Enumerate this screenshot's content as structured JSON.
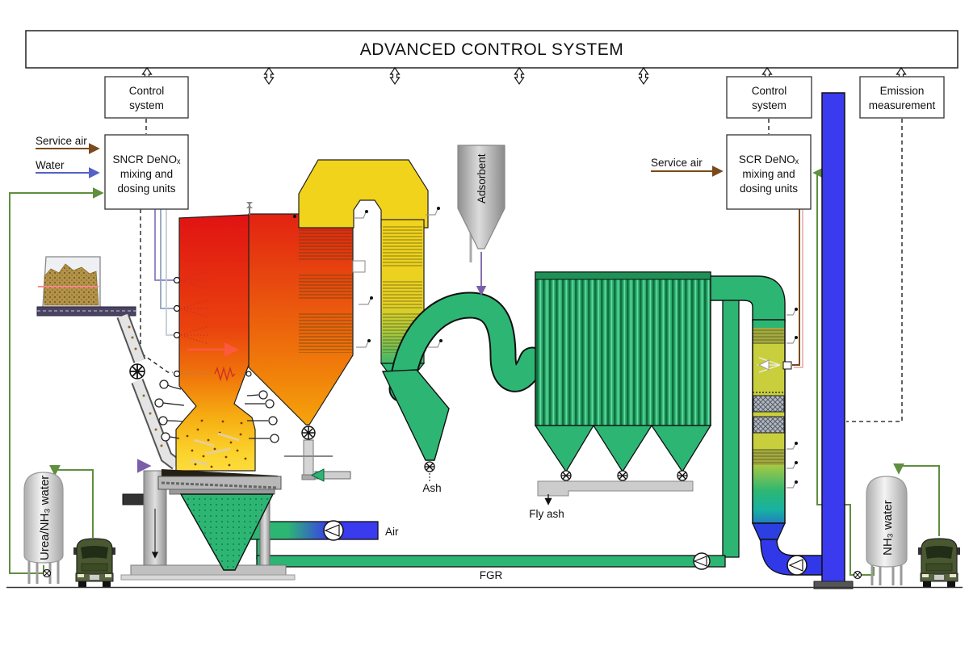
{
  "banner": {
    "title": "ADVANCED CONTROL SYSTEM"
  },
  "boxes": {
    "control_left": {
      "lines": [
        "Control",
        "system"
      ]
    },
    "sncr": {
      "lines": [
        "SNCR DeNOₓ",
        "mixing and",
        "dosing units"
      ]
    },
    "control_right": {
      "lines": [
        "Control",
        "system"
      ]
    },
    "scr": {
      "lines": [
        "SCR DeNOₓ",
        "mixing and",
        "dosing units"
      ]
    },
    "emission": {
      "lines": [
        "Emission",
        "measurement"
      ]
    }
  },
  "labels": {
    "service_air_left": "Service air",
    "water": "Water",
    "service_air_right": "Service air",
    "adsorbent": "Adsorbent",
    "ash": "Ash",
    "fly_ash": "Fly ash",
    "air": "Air",
    "fgr": "FGR",
    "urea_tank": "Urea/NH₃ water",
    "nh3_tank": "NH₃ water"
  },
  "colors": {
    "duct_green": "#2db673",
    "stack_blue": "#3a3aee",
    "furnace_red": "#e01313",
    "furnace_yellow": "#ffe34a",
    "pass_yellow": "#f2d31b",
    "line_green": "#5f8f3f",
    "line_brown": "#7a4a1c",
    "line_water_blue": "#5560c8",
    "adsorbent_purple": "#7a5fa8",
    "truck_green": "#4a5831"
  }
}
